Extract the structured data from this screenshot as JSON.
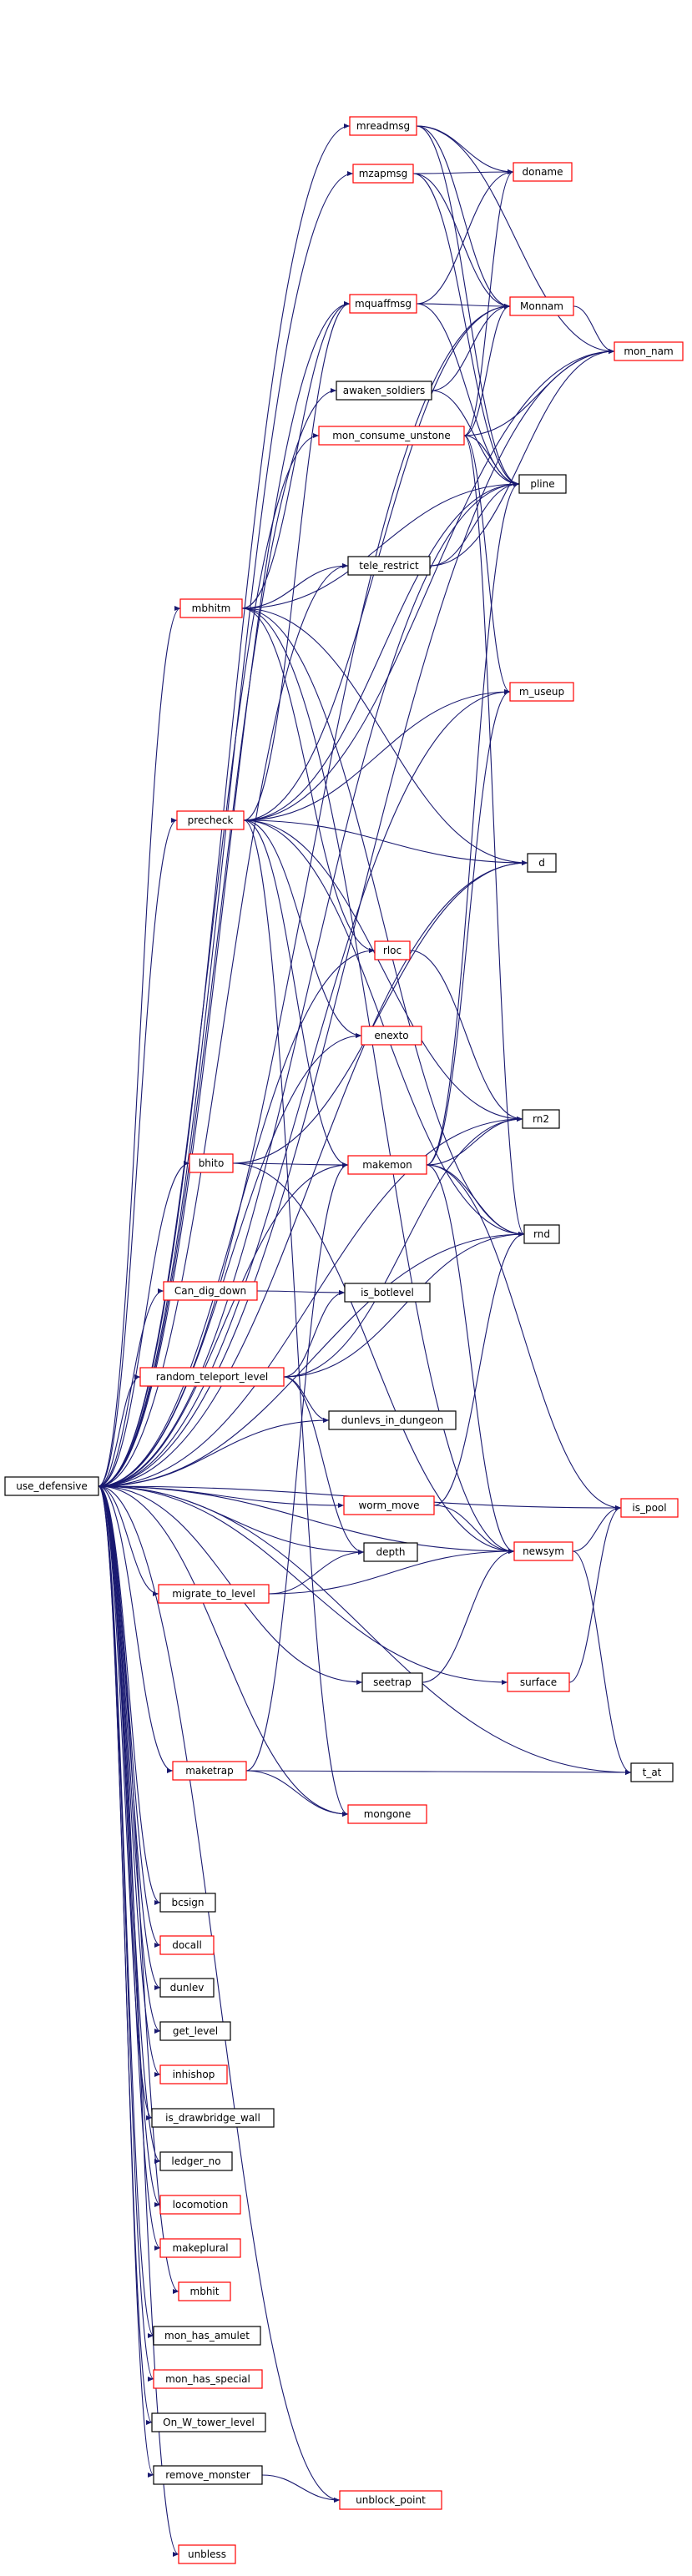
{
  "graph": {
    "title": "",
    "root": "use_defensive",
    "colors": {
      "edge": "#191970",
      "root_fill": "#bfbfbf",
      "root_border": "#000000",
      "internal_border": "#ff0000",
      "leaf_border": "#000000"
    },
    "legend_of_border_colors": {
      "red": "function with further callees (links to its own graph)",
      "black": "leaf function"
    },
    "nodes": {
      "use_defensive": {
        "label": "use_defensive",
        "kind": "root"
      },
      "mreadmsg": {
        "label": "mreadmsg",
        "kind": "internal"
      },
      "mzapmsg": {
        "label": "mzapmsg",
        "kind": "internal"
      },
      "doname": {
        "label": "doname",
        "kind": "internal"
      },
      "mquaffmsg": {
        "label": "mquaffmsg",
        "kind": "internal"
      },
      "Monnam": {
        "label": "Monnam",
        "kind": "internal"
      },
      "mon_nam": {
        "label": "mon_nam",
        "kind": "internal"
      },
      "awaken_soldiers": {
        "label": "awaken_soldiers",
        "kind": "leaf"
      },
      "mon_consume_unstone": {
        "label": "mon_consume_unstone",
        "kind": "internal"
      },
      "pline": {
        "label": "pline",
        "kind": "leaf"
      },
      "tele_restrict": {
        "label": "tele_restrict",
        "kind": "leaf"
      },
      "mbhitm": {
        "label": "mbhitm",
        "kind": "internal"
      },
      "m_useup": {
        "label": "m_useup",
        "kind": "internal"
      },
      "precheck": {
        "label": "precheck",
        "kind": "internal"
      },
      "d": {
        "label": "d",
        "kind": "leaf"
      },
      "rloc": {
        "label": "rloc",
        "kind": "internal"
      },
      "enexto": {
        "label": "enexto",
        "kind": "internal"
      },
      "rn2": {
        "label": "rn2",
        "kind": "leaf"
      },
      "bhito": {
        "label": "bhito",
        "kind": "internal"
      },
      "makemon": {
        "label": "makemon",
        "kind": "internal"
      },
      "rnd": {
        "label": "rnd",
        "kind": "leaf"
      },
      "Can_dig_down": {
        "label": "Can_dig_down",
        "kind": "internal"
      },
      "is_botlevel": {
        "label": "is_botlevel",
        "kind": "leaf"
      },
      "random_teleport_level": {
        "label": "random_teleport_level",
        "kind": "internal"
      },
      "dunlevs_in_dungeon": {
        "label": "dunlevs_in_dungeon",
        "kind": "leaf"
      },
      "worm_move": {
        "label": "worm_move",
        "kind": "internal"
      },
      "is_pool": {
        "label": "is_pool",
        "kind": "internal"
      },
      "depth": {
        "label": "depth",
        "kind": "leaf"
      },
      "newsym": {
        "label": "newsym",
        "kind": "internal"
      },
      "migrate_to_level": {
        "label": "migrate_to_level",
        "kind": "internal"
      },
      "seetrap": {
        "label": "seetrap",
        "kind": "leaf"
      },
      "surface": {
        "label": "surface",
        "kind": "internal"
      },
      "maketrap": {
        "label": "maketrap",
        "kind": "internal"
      },
      "t_at": {
        "label": "t_at",
        "kind": "leaf"
      },
      "mongone": {
        "label": "mongone",
        "kind": "internal"
      },
      "bcsign": {
        "label": "bcsign",
        "kind": "leaf"
      },
      "docall": {
        "label": "docall",
        "kind": "internal"
      },
      "dunlev": {
        "label": "dunlev",
        "kind": "leaf"
      },
      "get_level": {
        "label": "get_level",
        "kind": "leaf"
      },
      "inhishop": {
        "label": "inhishop",
        "kind": "internal"
      },
      "is_drawbridge_wall": {
        "label": "is_drawbridge_wall",
        "kind": "leaf"
      },
      "ledger_no": {
        "label": "ledger_no",
        "kind": "leaf"
      },
      "locomotion": {
        "label": "locomotion",
        "kind": "internal"
      },
      "makeplural": {
        "label": "makeplural",
        "kind": "internal"
      },
      "mbhit": {
        "label": "mbhit",
        "kind": "internal"
      },
      "mon_has_amulet": {
        "label": "mon_has_amulet",
        "kind": "leaf"
      },
      "mon_has_special": {
        "label": "mon_has_special",
        "kind": "internal"
      },
      "On_W_tower_level": {
        "label": "On_W_tower_level",
        "kind": "leaf"
      },
      "remove_monster": {
        "label": "remove_monster",
        "kind": "leaf"
      },
      "unblock_point": {
        "label": "unblock_point",
        "kind": "internal"
      },
      "unbless": {
        "label": "unbless",
        "kind": "internal"
      }
    },
    "edges": [
      [
        "use_defensive",
        "mreadmsg"
      ],
      [
        "use_defensive",
        "mzapmsg"
      ],
      [
        "use_defensive",
        "mquaffmsg"
      ],
      [
        "use_defensive",
        "Monnam"
      ],
      [
        "use_defensive",
        "mon_nam"
      ],
      [
        "use_defensive",
        "awaken_soldiers"
      ],
      [
        "use_defensive",
        "mon_consume_unstone"
      ],
      [
        "use_defensive",
        "pline"
      ],
      [
        "use_defensive",
        "tele_restrict"
      ],
      [
        "use_defensive",
        "mbhitm"
      ],
      [
        "use_defensive",
        "m_useup"
      ],
      [
        "use_defensive",
        "precheck"
      ],
      [
        "use_defensive",
        "d"
      ],
      [
        "use_defensive",
        "rloc"
      ],
      [
        "use_defensive",
        "enexto"
      ],
      [
        "use_defensive",
        "rn2"
      ],
      [
        "use_defensive",
        "bhito"
      ],
      [
        "use_defensive",
        "makemon"
      ],
      [
        "use_defensive",
        "rnd"
      ],
      [
        "use_defensive",
        "Can_dig_down"
      ],
      [
        "use_defensive",
        "random_teleport_level"
      ],
      [
        "use_defensive",
        "dunlevs_in_dungeon"
      ],
      [
        "use_defensive",
        "worm_move"
      ],
      [
        "use_defensive",
        "is_pool"
      ],
      [
        "use_defensive",
        "depth"
      ],
      [
        "use_defensive",
        "newsym"
      ],
      [
        "use_defensive",
        "migrate_to_level"
      ],
      [
        "use_defensive",
        "seetrap"
      ],
      [
        "use_defensive",
        "surface"
      ],
      [
        "use_defensive",
        "maketrap"
      ],
      [
        "use_defensive",
        "t_at"
      ],
      [
        "use_defensive",
        "mongone"
      ],
      [
        "use_defensive",
        "bcsign"
      ],
      [
        "use_defensive",
        "docall"
      ],
      [
        "use_defensive",
        "dunlev"
      ],
      [
        "use_defensive",
        "get_level"
      ],
      [
        "use_defensive",
        "inhishop"
      ],
      [
        "use_defensive",
        "is_drawbridge_wall"
      ],
      [
        "use_defensive",
        "ledger_no"
      ],
      [
        "use_defensive",
        "locomotion"
      ],
      [
        "use_defensive",
        "makeplural"
      ],
      [
        "use_defensive",
        "mbhit"
      ],
      [
        "use_defensive",
        "mon_has_amulet"
      ],
      [
        "use_defensive",
        "mon_has_special"
      ],
      [
        "use_defensive",
        "On_W_tower_level"
      ],
      [
        "use_defensive",
        "remove_monster"
      ],
      [
        "use_defensive",
        "unblock_point"
      ],
      [
        "use_defensive",
        "unbless"
      ],
      [
        "mreadmsg",
        "doname"
      ],
      [
        "mreadmsg",
        "Monnam"
      ],
      [
        "mreadmsg",
        "mon_nam"
      ],
      [
        "mreadmsg",
        "pline"
      ],
      [
        "mzapmsg",
        "doname"
      ],
      [
        "mzapmsg",
        "Monnam"
      ],
      [
        "mzapmsg",
        "pline"
      ],
      [
        "mquaffmsg",
        "doname"
      ],
      [
        "mquaffmsg",
        "Monnam"
      ],
      [
        "mquaffmsg",
        "pline"
      ],
      [
        "Monnam",
        "mon_nam"
      ],
      [
        "awaken_soldiers",
        "Monnam"
      ],
      [
        "awaken_soldiers",
        "pline"
      ],
      [
        "mon_consume_unstone",
        "doname"
      ],
      [
        "mon_consume_unstone",
        "Monnam"
      ],
      [
        "mon_consume_unstone",
        "mon_nam"
      ],
      [
        "mon_consume_unstone",
        "pline"
      ],
      [
        "mon_consume_unstone",
        "m_useup"
      ],
      [
        "mon_consume_unstone",
        "rnd"
      ],
      [
        "tele_restrict",
        "pline"
      ],
      [
        "tele_restrict",
        "mon_nam"
      ],
      [
        "mbhitm",
        "mquaffmsg"
      ],
      [
        "mbhitm",
        "pline"
      ],
      [
        "mbhitm",
        "tele_restrict"
      ],
      [
        "mbhitm",
        "d"
      ],
      [
        "mbhitm",
        "rloc"
      ],
      [
        "mbhitm",
        "rnd"
      ],
      [
        "mbhitm",
        "newsym"
      ],
      [
        "precheck",
        "mquaffmsg"
      ],
      [
        "precheck",
        "Monnam"
      ],
      [
        "precheck",
        "mon_nam"
      ],
      [
        "precheck",
        "pline"
      ],
      [
        "precheck",
        "m_useup"
      ],
      [
        "precheck",
        "d"
      ],
      [
        "precheck",
        "enexto"
      ],
      [
        "precheck",
        "rn2"
      ],
      [
        "precheck",
        "makemon"
      ],
      [
        "precheck",
        "rnd"
      ],
      [
        "precheck",
        "mongone"
      ],
      [
        "rloc",
        "rn2"
      ],
      [
        "bhito",
        "d"
      ],
      [
        "bhito",
        "makemon"
      ],
      [
        "bhito",
        "newsym"
      ],
      [
        "makemon",
        "pline"
      ],
      [
        "makemon",
        "m_useup"
      ],
      [
        "makemon",
        "rn2"
      ],
      [
        "makemon",
        "rnd"
      ],
      [
        "makemon",
        "is_pool"
      ],
      [
        "makemon",
        "newsym"
      ],
      [
        "Can_dig_down",
        "is_botlevel"
      ],
      [
        "random_teleport_level",
        "is_botlevel"
      ],
      [
        "random_teleport_level",
        "rn2"
      ],
      [
        "random_teleport_level",
        "rnd"
      ],
      [
        "random_teleport_level",
        "dunlevs_in_dungeon"
      ],
      [
        "random_teleport_level",
        "depth"
      ],
      [
        "worm_move",
        "rnd"
      ],
      [
        "worm_move",
        "newsym"
      ],
      [
        "newsym",
        "is_pool"
      ],
      [
        "newsym",
        "t_at"
      ],
      [
        "migrate_to_level",
        "depth"
      ],
      [
        "migrate_to_level",
        "newsym"
      ],
      [
        "seetrap",
        "newsym"
      ],
      [
        "surface",
        "is_pool"
      ],
      [
        "maketrap",
        "makemon"
      ],
      [
        "maketrap",
        "t_at"
      ],
      [
        "maketrap",
        "mongone"
      ],
      [
        "remove_monster",
        "unblock_point"
      ]
    ]
  }
}
